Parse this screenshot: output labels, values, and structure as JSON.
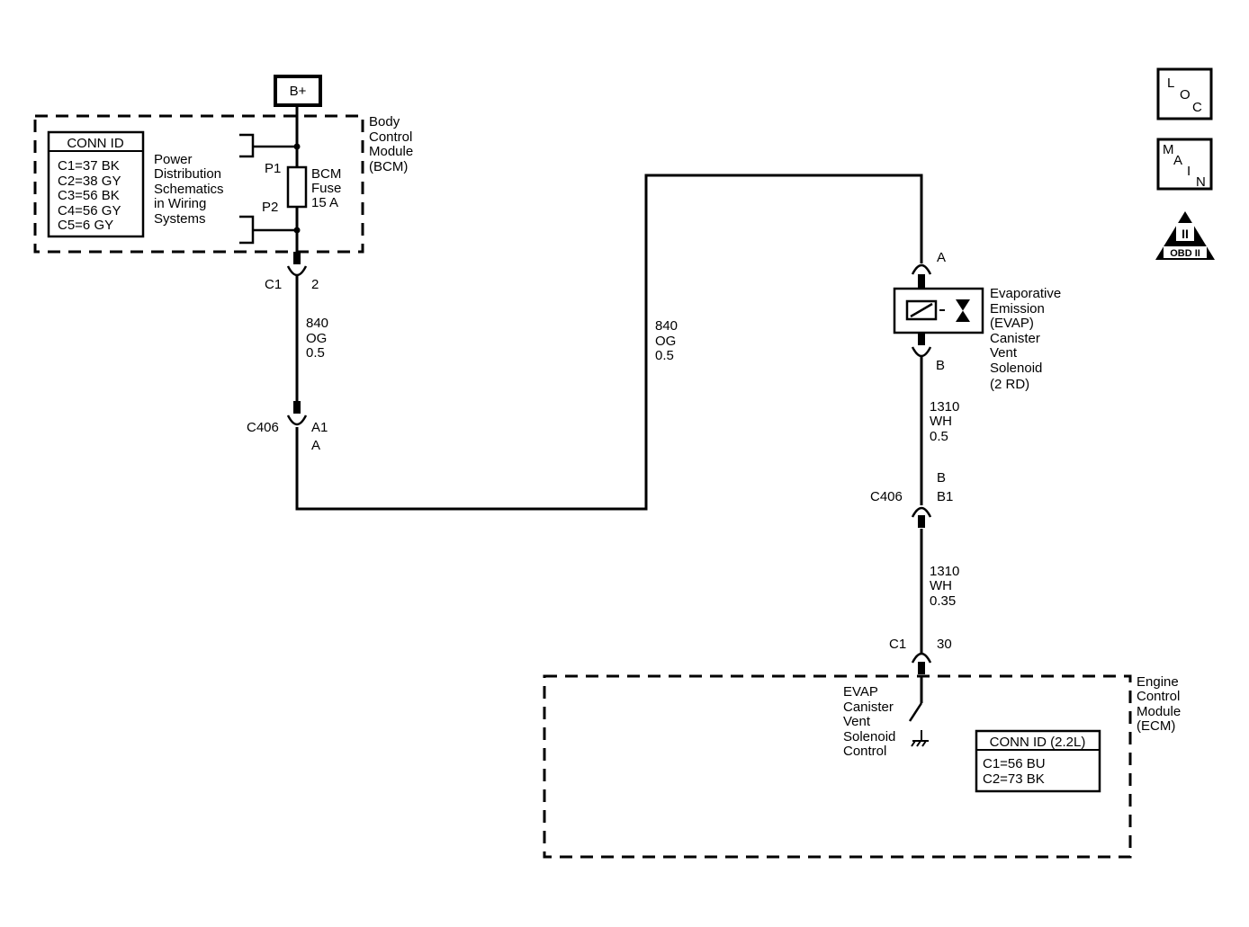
{
  "battery": "B+",
  "bcm": {
    "name": [
      "Body",
      "Control",
      "Module",
      "(BCM)"
    ],
    "conn_id_title": "CONN ID",
    "conn_ids": [
      "C1=37 BK",
      "C2=38 GY",
      "C3=56 BK",
      "C4=56 GY",
      "C5=6 GY"
    ],
    "power_note": [
      "Power",
      "Distribution",
      "Schematics",
      "in Wiring",
      "Systems"
    ],
    "p1": "P1",
    "p2": "P2",
    "fuse": [
      "BCM",
      "Fuse",
      "15 A"
    ],
    "connector": "C1",
    "pin": "2"
  },
  "wire_840_left": [
    "840",
    "OG",
    "0.5"
  ],
  "wire_840_right": [
    "840",
    "OG",
    "0.5"
  ],
  "c406_left": {
    "connector": "C406",
    "pin_top": "A1",
    "pin_bottom": "A"
  },
  "evap_solenoid": {
    "pin_a": "A",
    "pin_b": "B",
    "name": [
      "Evaporative",
      "Emission",
      "(EVAP)",
      "Canister",
      "Vent",
      "Solenoid",
      "(2 RD)"
    ]
  },
  "wire_1310_upper": [
    "1310",
    "WH",
    "0.5"
  ],
  "c406_right": {
    "connector": "C406",
    "pin_top": "B",
    "pin_bottom": "B1"
  },
  "wire_1310_lower": [
    "1310",
    "WH",
    "0.35"
  ],
  "ecm": {
    "connector": "C1",
    "pin": "30",
    "control_label": [
      "EVAP",
      "Canister",
      "Vent",
      "Solenoid",
      "Control"
    ],
    "name": [
      "Engine",
      "Control",
      "Module",
      "(ECM)"
    ],
    "conn_id_title": "CONN ID (2.2L)",
    "conn_ids": [
      "C1=56 BU",
      "C2=73 BK"
    ]
  },
  "nav": {
    "loc": [
      "L",
      "O",
      "C"
    ],
    "main": [
      "M",
      "A",
      "I",
      "N"
    ],
    "obd_mark": "II",
    "obd_label": "OBD II"
  }
}
